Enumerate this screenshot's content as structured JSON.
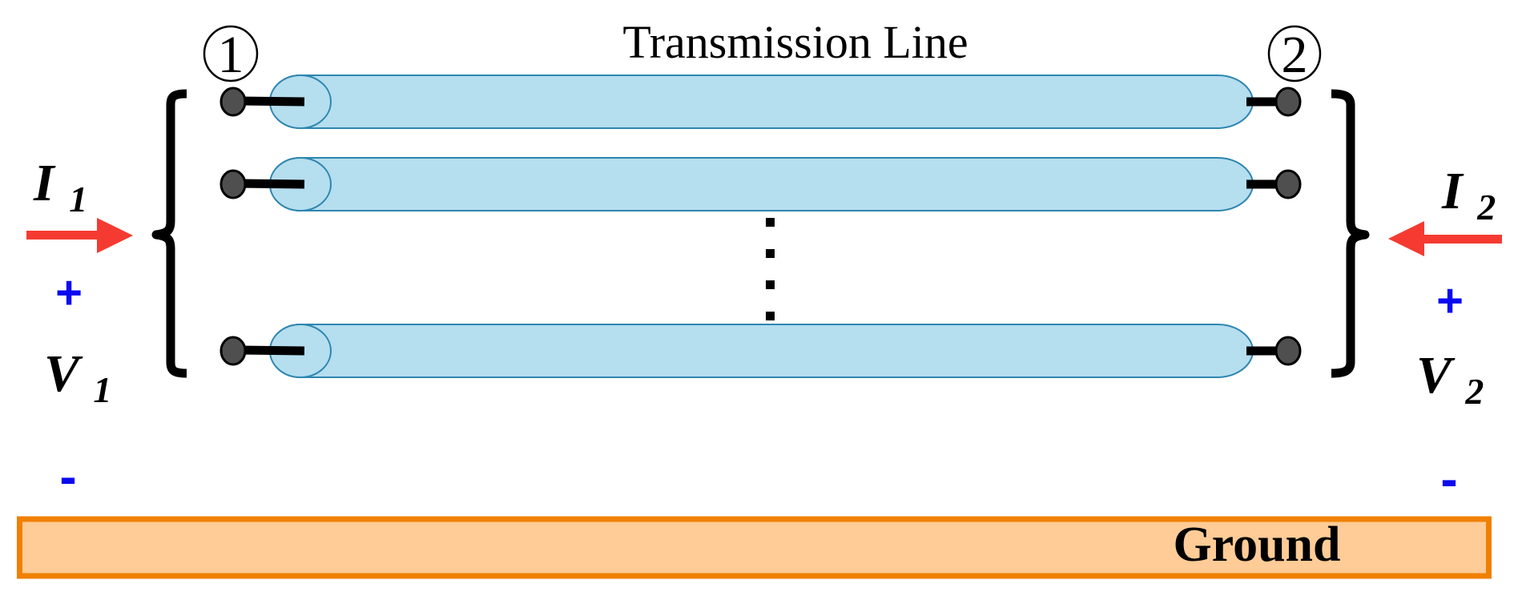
{
  "title": "Transmission Line",
  "ports": {
    "port1": {
      "number": "1"
    },
    "port2": {
      "number": "2"
    }
  },
  "left_side": {
    "current_label": "I",
    "current_sub": "1",
    "plus_sign": "+",
    "voltage_label": "V",
    "voltage_sub": "1",
    "minus_sign": "-"
  },
  "right_side": {
    "current_label": "I",
    "current_sub": "2",
    "plus_sign": "+",
    "voltage_label": "V",
    "voltage_sub": "2",
    "minus_sign": "-"
  },
  "ground": {
    "label": "Ground"
  },
  "diagram": {
    "conductors_shown": 3,
    "ellipsis_dot_count": 4,
    "icons": [
      "conductor-cylinder",
      "terminal-dot",
      "curly-brace",
      "current-arrow",
      "ellipsis-dots",
      "ground-plane"
    ]
  },
  "colors": {
    "conductor_fill": "#B5DEEE",
    "conductor_stroke": "#2E86B0",
    "terminal_fill": "#4F4F4F",
    "terminal_stroke": "#000000",
    "arrow_red": "#F53B31",
    "label_blue": "#0A0AF0",
    "ground_fill": "#FFCB96",
    "ground_stroke": "#F08000",
    "ink_black": "#000000"
  }
}
